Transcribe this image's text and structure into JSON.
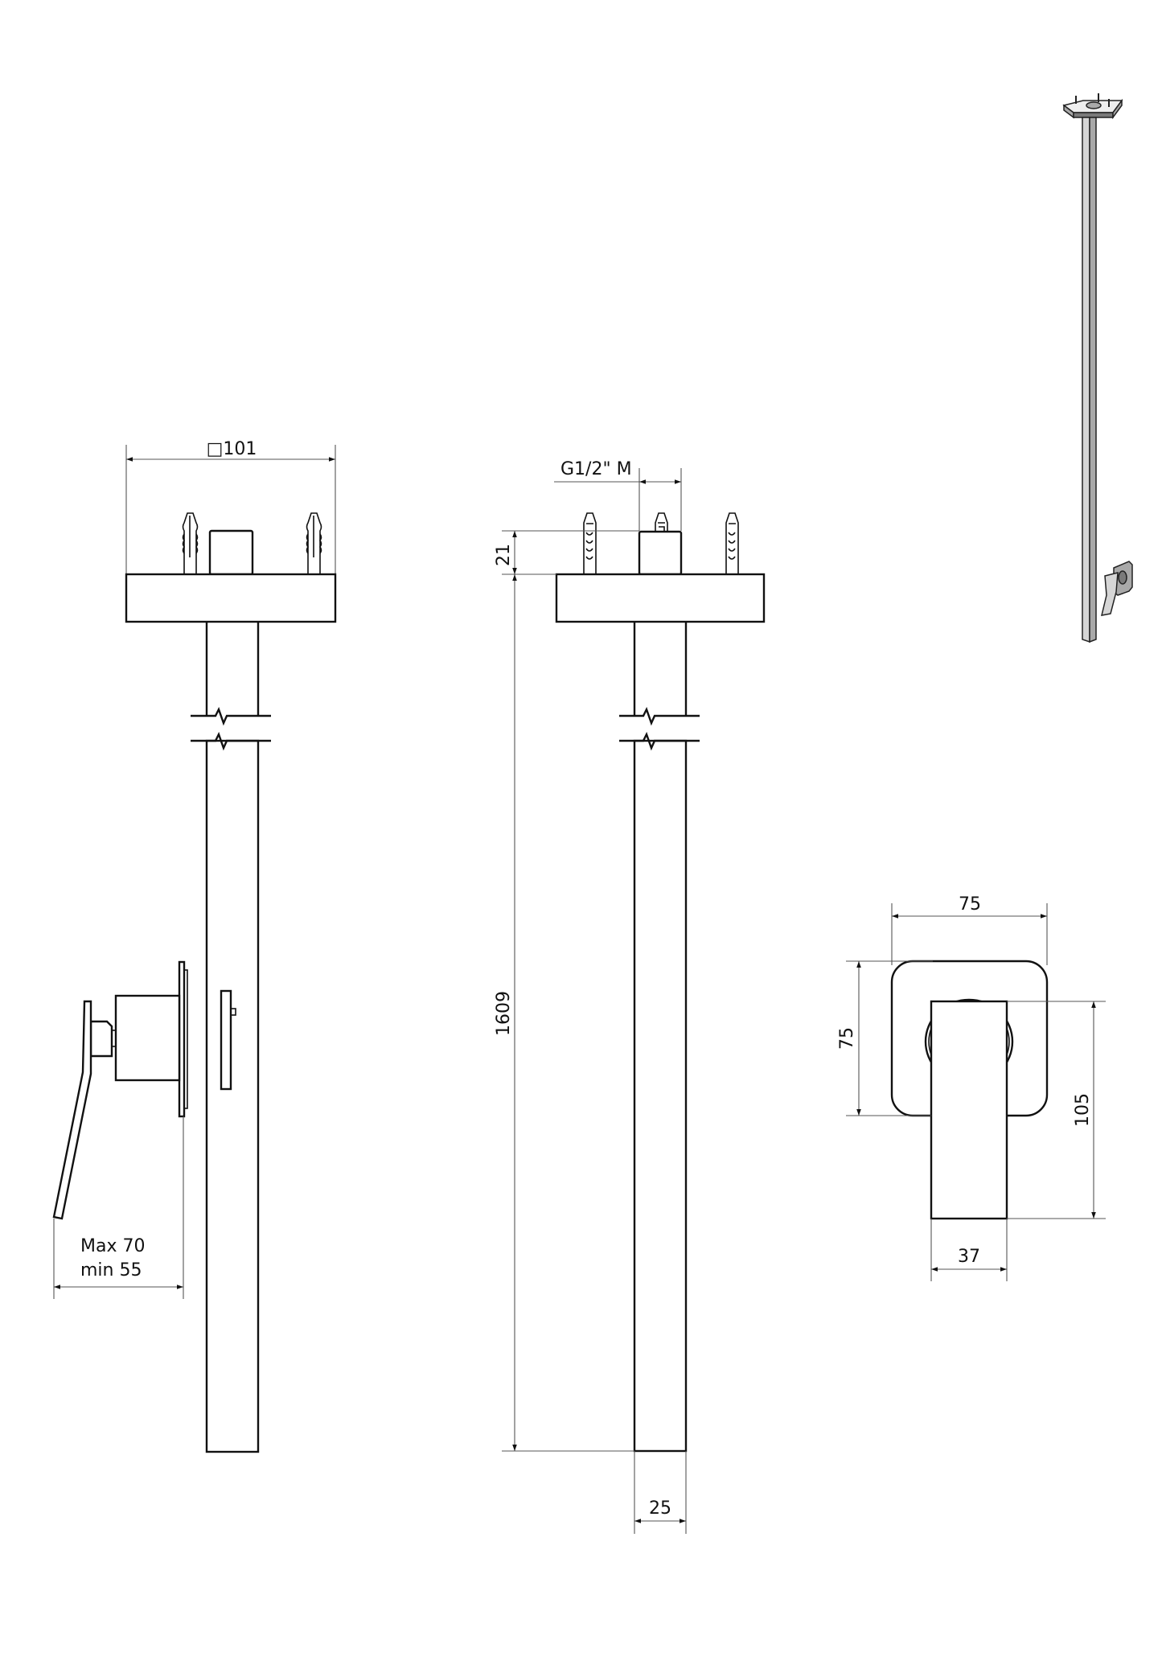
{
  "drawing": {
    "type": "technical-dimension-drawing",
    "subject": "Shower column with concealed single-lever mixer",
    "units": "mm",
    "views": {
      "side_view": {
        "dimensions": {
          "plate_width": "□101",
          "projection_max": "Max 70",
          "projection_min": "min 55"
        }
      },
      "front_view": {
        "dimensions": {
          "connection_thread": "G1/2\" M",
          "anchor_height": "21",
          "overall_height": "1609",
          "pipe_width": "25"
        }
      },
      "mixer_front_view": {
        "dimensions": {
          "rosette_width": "75",
          "rosette_height": "75",
          "lever_height": "105",
          "lever_width": "37"
        }
      },
      "isometric_view": {
        "label": ""
      }
    }
  },
  "colors": {
    "line": "#111111",
    "dimension_line": "#555555",
    "background": "#ffffff",
    "iso_shade_light": "#d6d6d6",
    "iso_shade_dark": "#7a7a7a"
  }
}
